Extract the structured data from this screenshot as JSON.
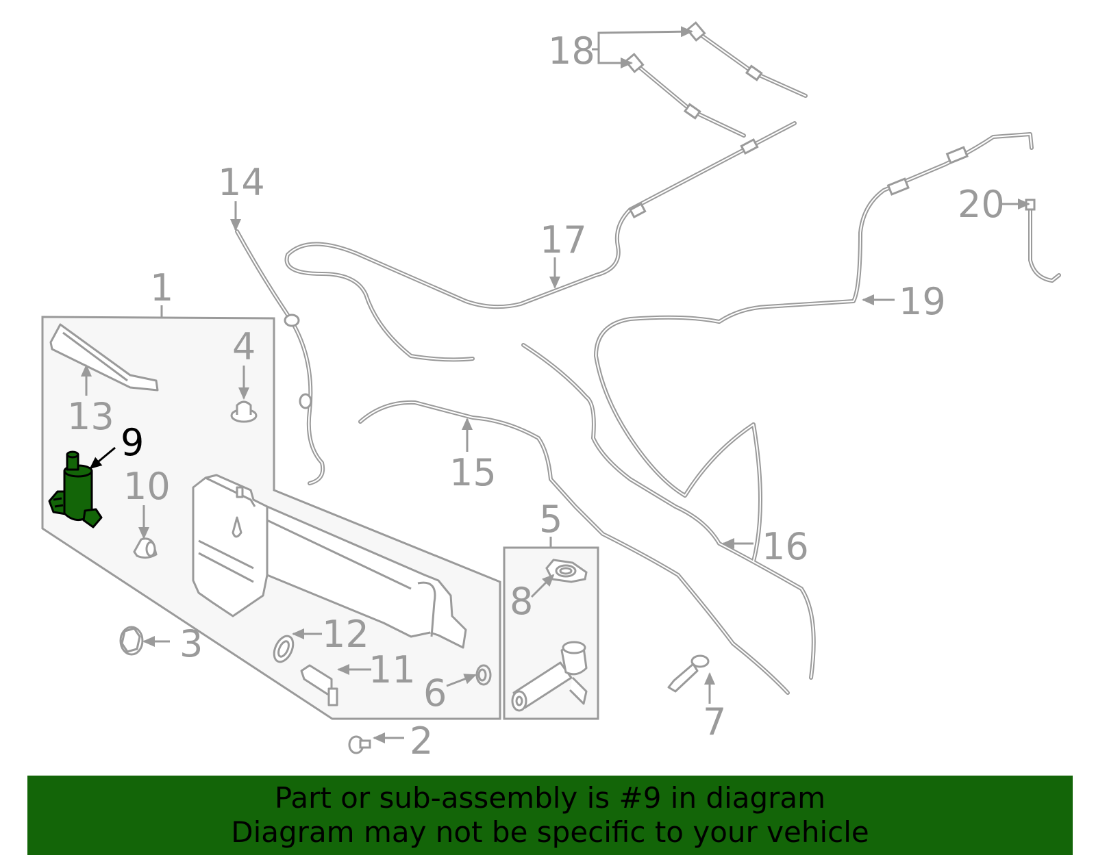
{
  "diagram": {
    "highlighted_part": "9",
    "colors": {
      "line": "#9a9a9a",
      "panel_fill": "#f7f7f7",
      "highlight_fill": "#136508",
      "highlight_label": "#000000",
      "banner_bg": "#136508",
      "banner_text": "#000000"
    },
    "callouts": [
      {
        "id": "1",
        "label": "1"
      },
      {
        "id": "2",
        "label": "2"
      },
      {
        "id": "3",
        "label": "3"
      },
      {
        "id": "4",
        "label": "4"
      },
      {
        "id": "5",
        "label": "5"
      },
      {
        "id": "6",
        "label": "6"
      },
      {
        "id": "7",
        "label": "7"
      },
      {
        "id": "8",
        "label": "8"
      },
      {
        "id": "9",
        "label": "9"
      },
      {
        "id": "10",
        "label": "10"
      },
      {
        "id": "11",
        "label": "11"
      },
      {
        "id": "12",
        "label": "12"
      },
      {
        "id": "13",
        "label": "13"
      },
      {
        "id": "14",
        "label": "14"
      },
      {
        "id": "15",
        "label": "15"
      },
      {
        "id": "16",
        "label": "16"
      },
      {
        "id": "17",
        "label": "17"
      },
      {
        "id": "18",
        "label": "18"
      },
      {
        "id": "19",
        "label": "19"
      },
      {
        "id": "20",
        "label": "20"
      }
    ]
  },
  "banner": {
    "line1": "Part or sub-assembly is #9 in diagram",
    "line2": "Diagram may not be specific to your vehicle"
  }
}
